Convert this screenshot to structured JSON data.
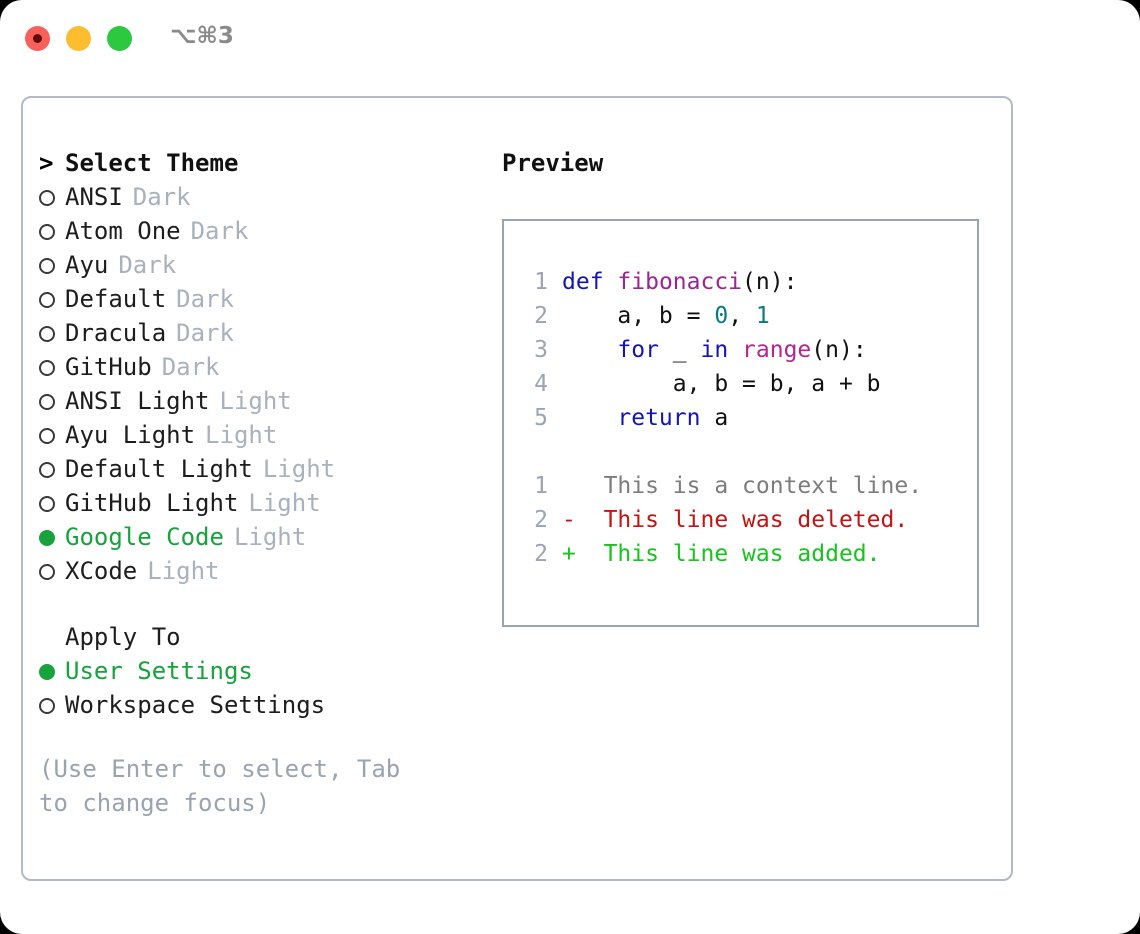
{
  "window": {
    "shortcut": "⌥⌘3",
    "traffic_lights": [
      {
        "name": "close",
        "color": "#f9605c"
      },
      {
        "name": "minimize",
        "color": "#fcbd2e"
      },
      {
        "name": "maximize",
        "color": "#2bc840"
      }
    ]
  },
  "theme_list": {
    "prompt_marker": ">",
    "heading": "Select Theme",
    "items": [
      {
        "marker": "○",
        "name": "ANSI",
        "variant": "Dark",
        "selected": false
      },
      {
        "marker": "○",
        "name": "Atom One",
        "variant": "Dark",
        "selected": false
      },
      {
        "marker": "○",
        "name": "Ayu",
        "variant": "Dark",
        "selected": false
      },
      {
        "marker": "○",
        "name": "Default",
        "variant": "Dark",
        "selected": false
      },
      {
        "marker": "○",
        "name": "Dracula",
        "variant": "Dark",
        "selected": false
      },
      {
        "marker": "○",
        "name": "GitHub",
        "variant": "Dark",
        "selected": false
      },
      {
        "marker": "○",
        "name": "ANSI Light",
        "variant": "Light",
        "selected": false
      },
      {
        "marker": "○",
        "name": "Ayu Light",
        "variant": "Light",
        "selected": false
      },
      {
        "marker": "○",
        "name": "Default Light",
        "variant": "Light",
        "selected": false
      },
      {
        "marker": "○",
        "name": "GitHub Light",
        "variant": "Light",
        "selected": false
      },
      {
        "marker": "●",
        "name": "Google Code",
        "variant": "Light",
        "selected": true
      },
      {
        "marker": "○",
        "name": "XCode",
        "variant": "Light",
        "selected": false
      }
    ]
  },
  "apply_to": {
    "title": "Apply To",
    "items": [
      {
        "name": "User Settings",
        "selected": true
      },
      {
        "name": "Workspace Settings",
        "selected": false
      }
    ]
  },
  "hint": "(Use Enter to select, Tab to change focus)",
  "preview": {
    "title": "Preview",
    "code_lines": [
      {
        "num": "1",
        "text": "def fibonacci(n):"
      },
      {
        "num": "2",
        "text": "    a, b = 0, 1"
      },
      {
        "num": "3",
        "text": "    for _ in range(n):"
      },
      {
        "num": "4",
        "text": "        a, b = b, a + b"
      },
      {
        "num": "5",
        "text": "    return a"
      }
    ],
    "diff_lines": [
      {
        "num": "1",
        "sign": " ",
        "text": "This is a context line.",
        "kind": "context"
      },
      {
        "num": "2",
        "sign": "-",
        "text": "This line was deleted.",
        "kind": "deleted"
      },
      {
        "num": "2",
        "sign": "+",
        "text": "This line was added.",
        "kind": "added"
      }
    ]
  },
  "colors": {
    "accent_green": "#17a33c",
    "muted": "#a9b1bd",
    "hint": "#9aa3b0",
    "keyword": "#1414b4",
    "function": "#9c2596",
    "number": "#0b7a80",
    "diff_context": "#7d7d7d",
    "diff_deleted": "#c21414",
    "diff_added": "#16c41b",
    "border": "#b2bac6"
  }
}
